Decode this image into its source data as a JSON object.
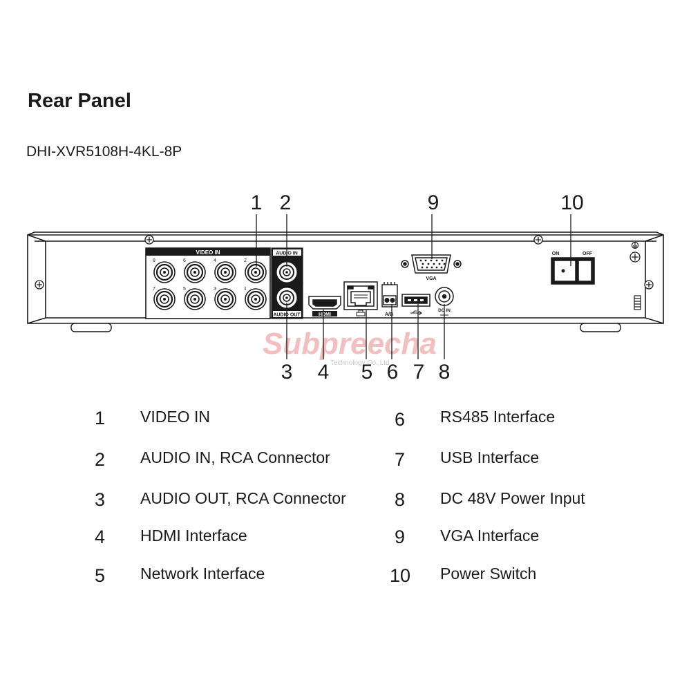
{
  "page": {
    "title": "Rear Panel",
    "model": "DHI-XVR5108H-4KL-8P"
  },
  "callouts": {
    "top": [
      "1",
      "2",
      "9",
      "10"
    ],
    "bottom": [
      "3",
      "4",
      "5",
      "6",
      "7",
      "8"
    ]
  },
  "panel_labels": {
    "video_in": "VIDEO IN",
    "audio_in": "AUDIO IN",
    "audio_out": "AUDIO OUT",
    "hdmi": "HDMI",
    "ab": "A/B",
    "dc_in": "DC IN",
    "vga": "VGA",
    "on": "ON",
    "off": "OFF",
    "bnc_numbers_top": [
      "8",
      "6",
      "4",
      "2"
    ],
    "bnc_numbers_bottom": [
      "7",
      "5",
      "3",
      "1"
    ]
  },
  "watermark": {
    "text": "Subpreecha",
    "subtext": "Technology Co.,Ltd."
  },
  "legend": [
    {
      "num": "1",
      "label": "VIDEO IN"
    },
    {
      "num": "2",
      "label": "AUDIO IN, RCA Connector"
    },
    {
      "num": "3",
      "label": "AUDIO OUT, RCA Connector"
    },
    {
      "num": "4",
      "label": "HDMI Interface"
    },
    {
      "num": "5",
      "label": "Network Interface"
    },
    {
      "num": "6",
      "label": "RS485 Interface"
    },
    {
      "num": "7",
      "label": "USB Interface"
    },
    {
      "num": "8",
      "label": "DC 48V Power Input"
    },
    {
      "num": "9",
      "label": "VGA Interface"
    },
    {
      "num": "10",
      "label": "Power Switch"
    }
  ]
}
